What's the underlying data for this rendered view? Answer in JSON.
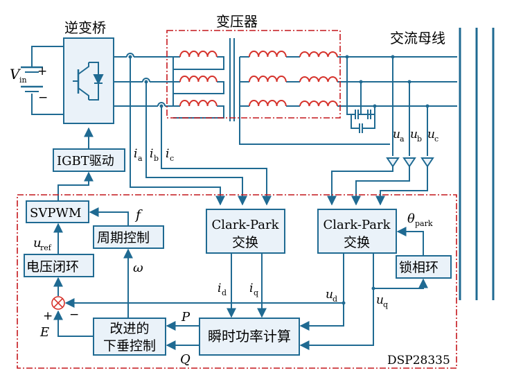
{
  "colors": {
    "line": "#1f6a92",
    "box_fill": "#eaf2f9",
    "dash": "#c4161c",
    "coil": "#d6322b",
    "sum_fill": "#ffffff"
  },
  "labels": {
    "inverter": "逆变桥",
    "transformer": "变压器",
    "ac_bus": "交流母线",
    "vin_main": "V",
    "vin_sub": "in",
    "plus": "+",
    "minus": "−",
    "igbt_drive": "IGBT驱动",
    "svpwm": "SVPWM",
    "period_control": "周期控制",
    "f": "f",
    "uref_main": "u",
    "uref_sub": "ref",
    "voltage_loop": "电压闭环",
    "omega": "ω",
    "clark_park_1_line1": "Clark-Park",
    "clark_park_1_line2": "交换",
    "clark_park_2_line1": "Clark-Park",
    "clark_park_2_line2": "交换",
    "theta_main": "θ",
    "theta_sub": "park",
    "pll": "锁相环",
    "power_calc": "瞬时功率计算",
    "droop_line1": "改进的",
    "droop_line2": "下垂控制",
    "P": "P",
    "Q": "Q",
    "E": "E",
    "sum_plus": "+",
    "sum_minus": "−",
    "dsp": "DSP28335",
    "ia_main": "i",
    "ia_sub": "a",
    "ib_main": "i",
    "ib_sub": "b",
    "ic_main": "i",
    "ic_sub": "c",
    "ua_main": "u",
    "ua_sub": "a",
    "ub_main": "u",
    "ub_sub": "b",
    "uc_main": "u",
    "uc_sub": "c",
    "id_main": "i",
    "id_sub": "d",
    "iq_main": "i",
    "iq_sub": "q",
    "ud_main": "u",
    "ud_sub": "d",
    "uq_main": "u",
    "uq_sub": "q"
  }
}
